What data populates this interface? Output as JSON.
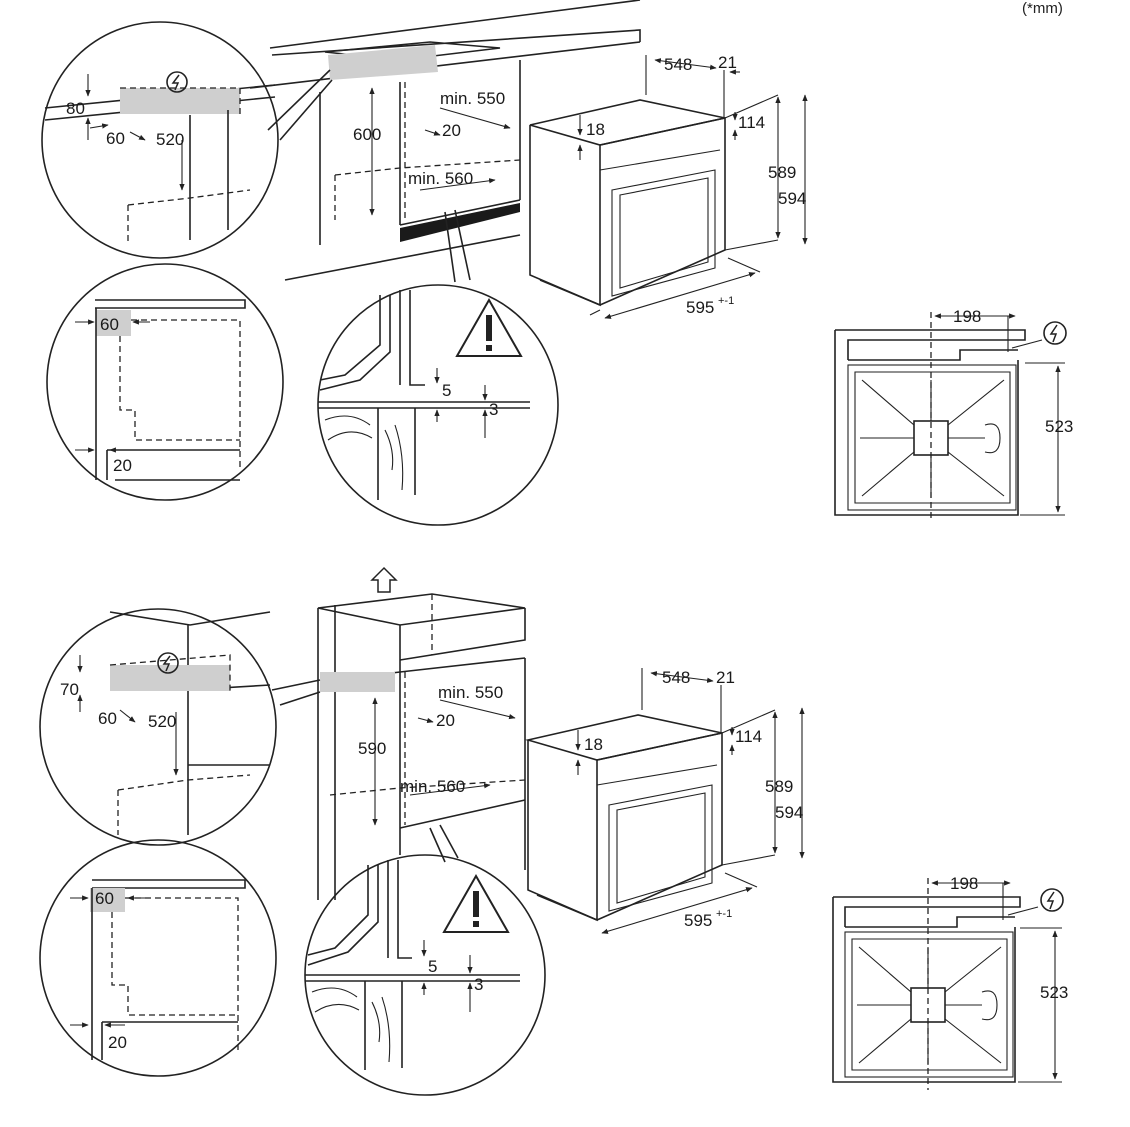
{
  "unit_note": "(*mm)",
  "icons": [
    "power-socket-icon",
    "warning-triangle-icon",
    "up-arrow-icon"
  ],
  "top": {
    "label_80": "80",
    "label_60a": "60",
    "label_520": "520",
    "label_600": "600",
    "label_min550": "min. 550",
    "label_20a": "20",
    "label_min560": "min. 560",
    "label_60b": "60",
    "label_20b": "20",
    "label_5": "5",
    "label_3": "3",
    "label_548": "548",
    "label_21": "21",
    "label_18": "18",
    "label_114": "114",
    "label_589": "589",
    "label_594": "594",
    "label_595": "595",
    "label_tol": "+-1",
    "label_198": "198",
    "label_523": "523"
  },
  "bottom": {
    "label_70": "70",
    "label_60a": "60",
    "label_520": "520",
    "label_590": "590",
    "label_min550": "min. 550",
    "label_20a": "20",
    "label_min560": "min. 560",
    "label_60b": "60",
    "label_20b": "20",
    "label_5": "5",
    "label_3": "3",
    "label_548": "548",
    "label_21": "21",
    "label_18": "18",
    "label_114": "114",
    "label_589": "589",
    "label_594": "594",
    "label_595": "595",
    "label_tol": "+-1",
    "label_198": "198",
    "label_523": "523"
  }
}
